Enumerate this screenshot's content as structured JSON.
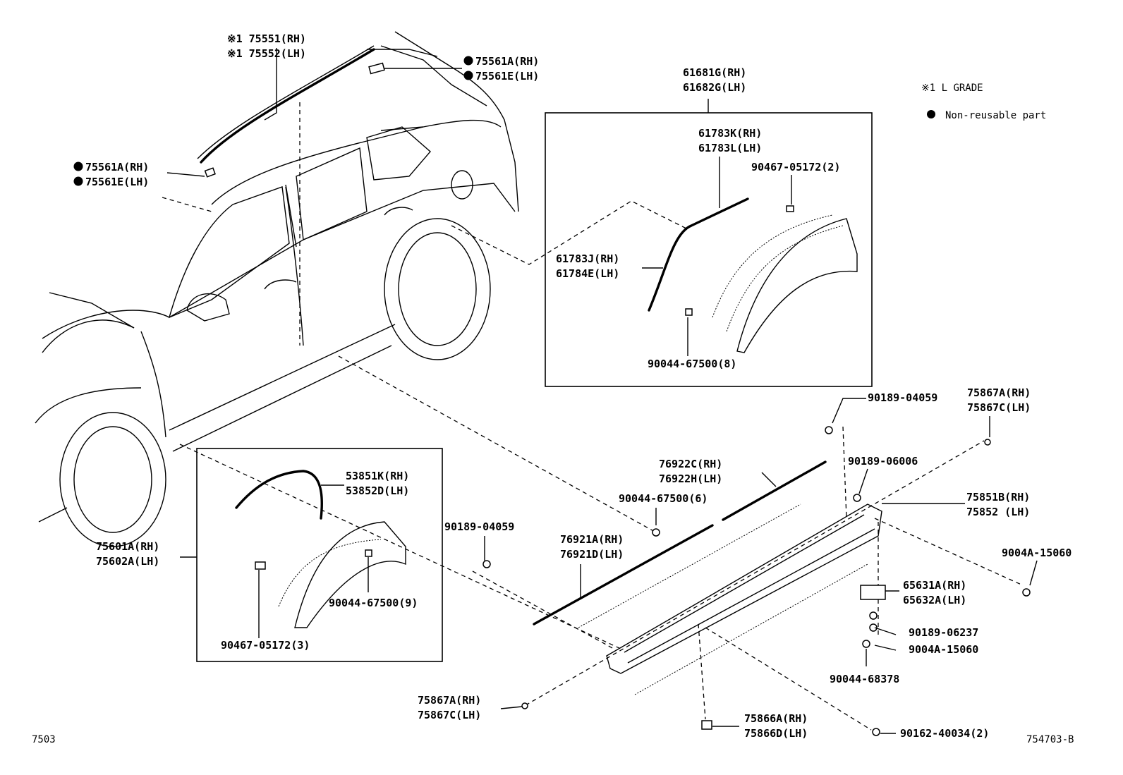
{
  "legend": {
    "grade_note": "※1 L GRADE",
    "nonreusable": "Non-reusable part"
  },
  "footer": {
    "left_code": "7503",
    "right_code": "754703-B"
  },
  "callouts": [
    {
      "name": "label-75551-75552",
      "dot": false,
      "lines": [
        "※1 75551(RH)",
        "※1 75552(LH)"
      ]
    },
    {
      "name": "label-75561a-top",
      "dot": true,
      "lines": [
        "75561A(RH)",
        "75561E(LH)"
      ]
    },
    {
      "name": "label-75561a-left",
      "dot": true,
      "lines": [
        "75561A(RH)",
        "75561E(LH)"
      ]
    },
    {
      "name": "label-61681g",
      "dot": false,
      "lines": [
        "61681G(RH)",
        "61682G(LH)"
      ]
    },
    {
      "name": "label-61783k",
      "dot": false,
      "lines": [
        "61783K(RH)",
        "61783L(LH)"
      ]
    },
    {
      "name": "label-90467-2",
      "dot": false,
      "lines": [
        "90467-05172(2)"
      ]
    },
    {
      "name": "label-61783j",
      "dot": false,
      "lines": [
        "61783J(RH)",
        "61784E(LH)"
      ]
    },
    {
      "name": "label-90044-8",
      "dot": false,
      "lines": [
        "90044-67500(8)"
      ]
    },
    {
      "name": "label-90189-04059-r",
      "dot": false,
      "lines": [
        "90189-04059"
      ]
    },
    {
      "name": "label-75867a-r",
      "dot": false,
      "lines": [
        "75867A(RH)",
        "75867C(LH)"
      ]
    },
    {
      "name": "label-90189-06006",
      "dot": false,
      "lines": [
        "90189-06006"
      ]
    },
    {
      "name": "label-76922c",
      "dot": false,
      "lines": [
        "76922C(RH)",
        "76922H(LH)"
      ]
    },
    {
      "name": "label-75851b",
      "dot": false,
      "lines": [
        "75851B(RH)",
        "75852 (LH)"
      ]
    },
    {
      "name": "label-53851k",
      "dot": false,
      "lines": [
        "53851K(RH)",
        "53852D(LH)"
      ]
    },
    {
      "name": "label-90044-6",
      "dot": false,
      "lines": [
        "90044-67500(6)"
      ]
    },
    {
      "name": "label-9004a-r",
      "dot": false,
      "lines": [
        "9004A-15060"
      ]
    },
    {
      "name": "label-90189-04059-l",
      "dot": false,
      "lines": [
        "90189-04059"
      ]
    },
    {
      "name": "label-76921a",
      "dot": false,
      "lines": [
        "76921A(RH)",
        "76921D(LH)"
      ]
    },
    {
      "name": "label-75601a",
      "dot": false,
      "lines": [
        "75601A(RH)",
        "75602A(LH)"
      ]
    },
    {
      "name": "label-65631a",
      "dot": false,
      "lines": [
        "65631A(RH)",
        "65632A(LH)"
      ]
    },
    {
      "name": "label-90044-9",
      "dot": false,
      "lines": [
        "90044-67500(9)"
      ]
    },
    {
      "name": "label-90189-06237",
      "dot": false,
      "lines": [
        "90189-06237"
      ]
    },
    {
      "name": "label-9004a-b",
      "dot": false,
      "lines": [
        "9004A-15060"
      ]
    },
    {
      "name": "label-90467-3",
      "dot": false,
      "lines": [
        "90467-05172(3)"
      ]
    },
    {
      "name": "label-90044-68378",
      "dot": false,
      "lines": [
        "90044-68378"
      ]
    },
    {
      "name": "label-75867a-l",
      "dot": false,
      "lines": [
        "75867A(RH)",
        "75867C(LH)"
      ]
    },
    {
      "name": "label-75866a",
      "dot": false,
      "lines": [
        "75866A(RH)",
        "75866D(LH)"
      ]
    },
    {
      "name": "label-90162",
      "dot": false,
      "lines": [
        "90162-40034(2)"
      ]
    }
  ]
}
